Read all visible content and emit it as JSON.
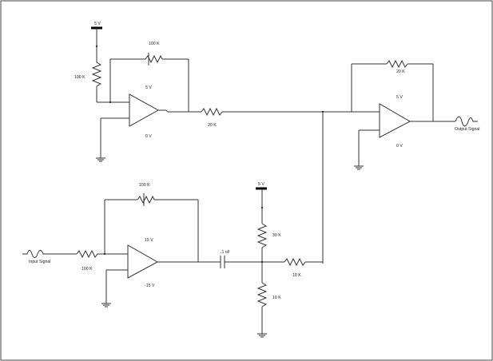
{
  "labels": {
    "supply_top_left": "5 V",
    "r_feedback_top": "100 K",
    "r_pullup_top": "100 K",
    "opamp1_pos": "5 V",
    "opamp1_neg": "0 V",
    "r_series_top": "20 K",
    "r_feedback_right": "20 K",
    "opamp3_pos": "5 V",
    "opamp3_neg": "0 V",
    "output_signal": "Output Signal",
    "r_feedback_bottom": "100 K",
    "supply_mid": "5 V",
    "input_signal": "Input Signal",
    "r_input": "100 K",
    "opamp2_pos": "15 V",
    "opamp2_neg": "-15 V",
    "capacitor": ".1 nF",
    "r_divider_top": "30 K",
    "r_series_bottom": "10 K",
    "r_divider_bottom": "10 K"
  }
}
